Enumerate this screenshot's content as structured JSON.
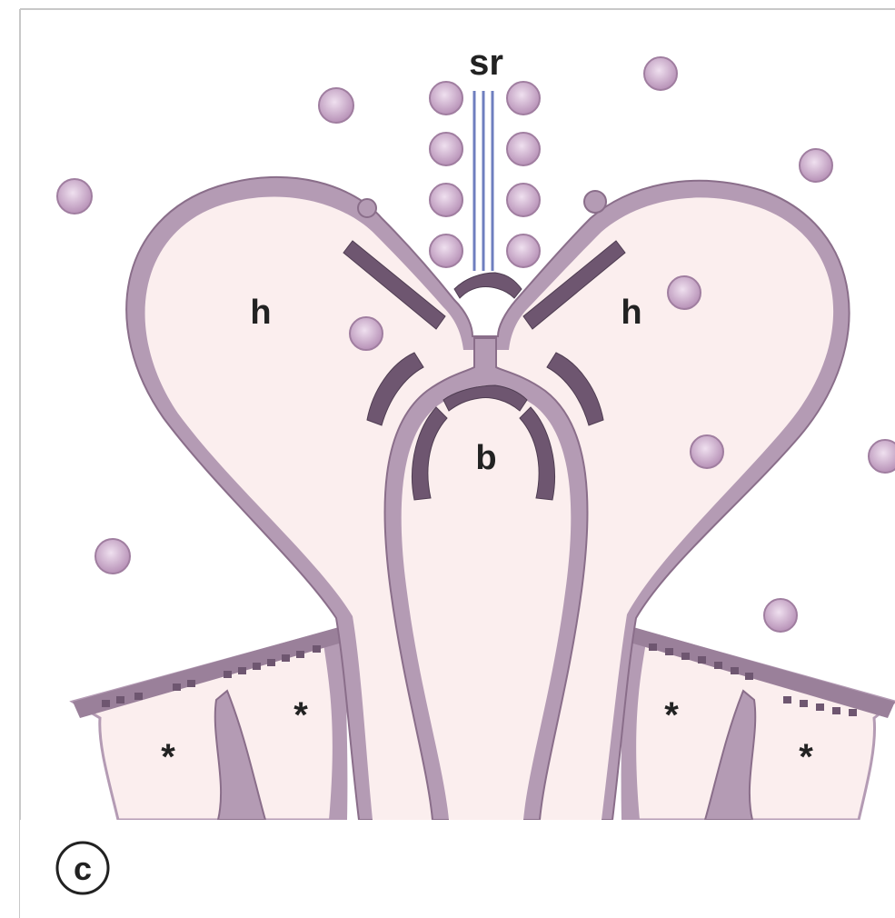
{
  "figure": {
    "panel_label": "c",
    "labels": {
      "synaptic_ribbon": "sr",
      "horizontal_left": "h",
      "horizontal_right": "h",
      "bipolar": "b",
      "star_1": "*",
      "star_2": "*",
      "star_3": "*",
      "star_4": "*"
    }
  },
  "colors": {
    "membrane": "#b49bb4",
    "membrane_stroke": "#8a6e8a",
    "cytoplasm": "#fbeeee",
    "vesicle": "#c9a8c9",
    "density": "#6e5670",
    "ribbon": "#6f7fbf"
  }
}
